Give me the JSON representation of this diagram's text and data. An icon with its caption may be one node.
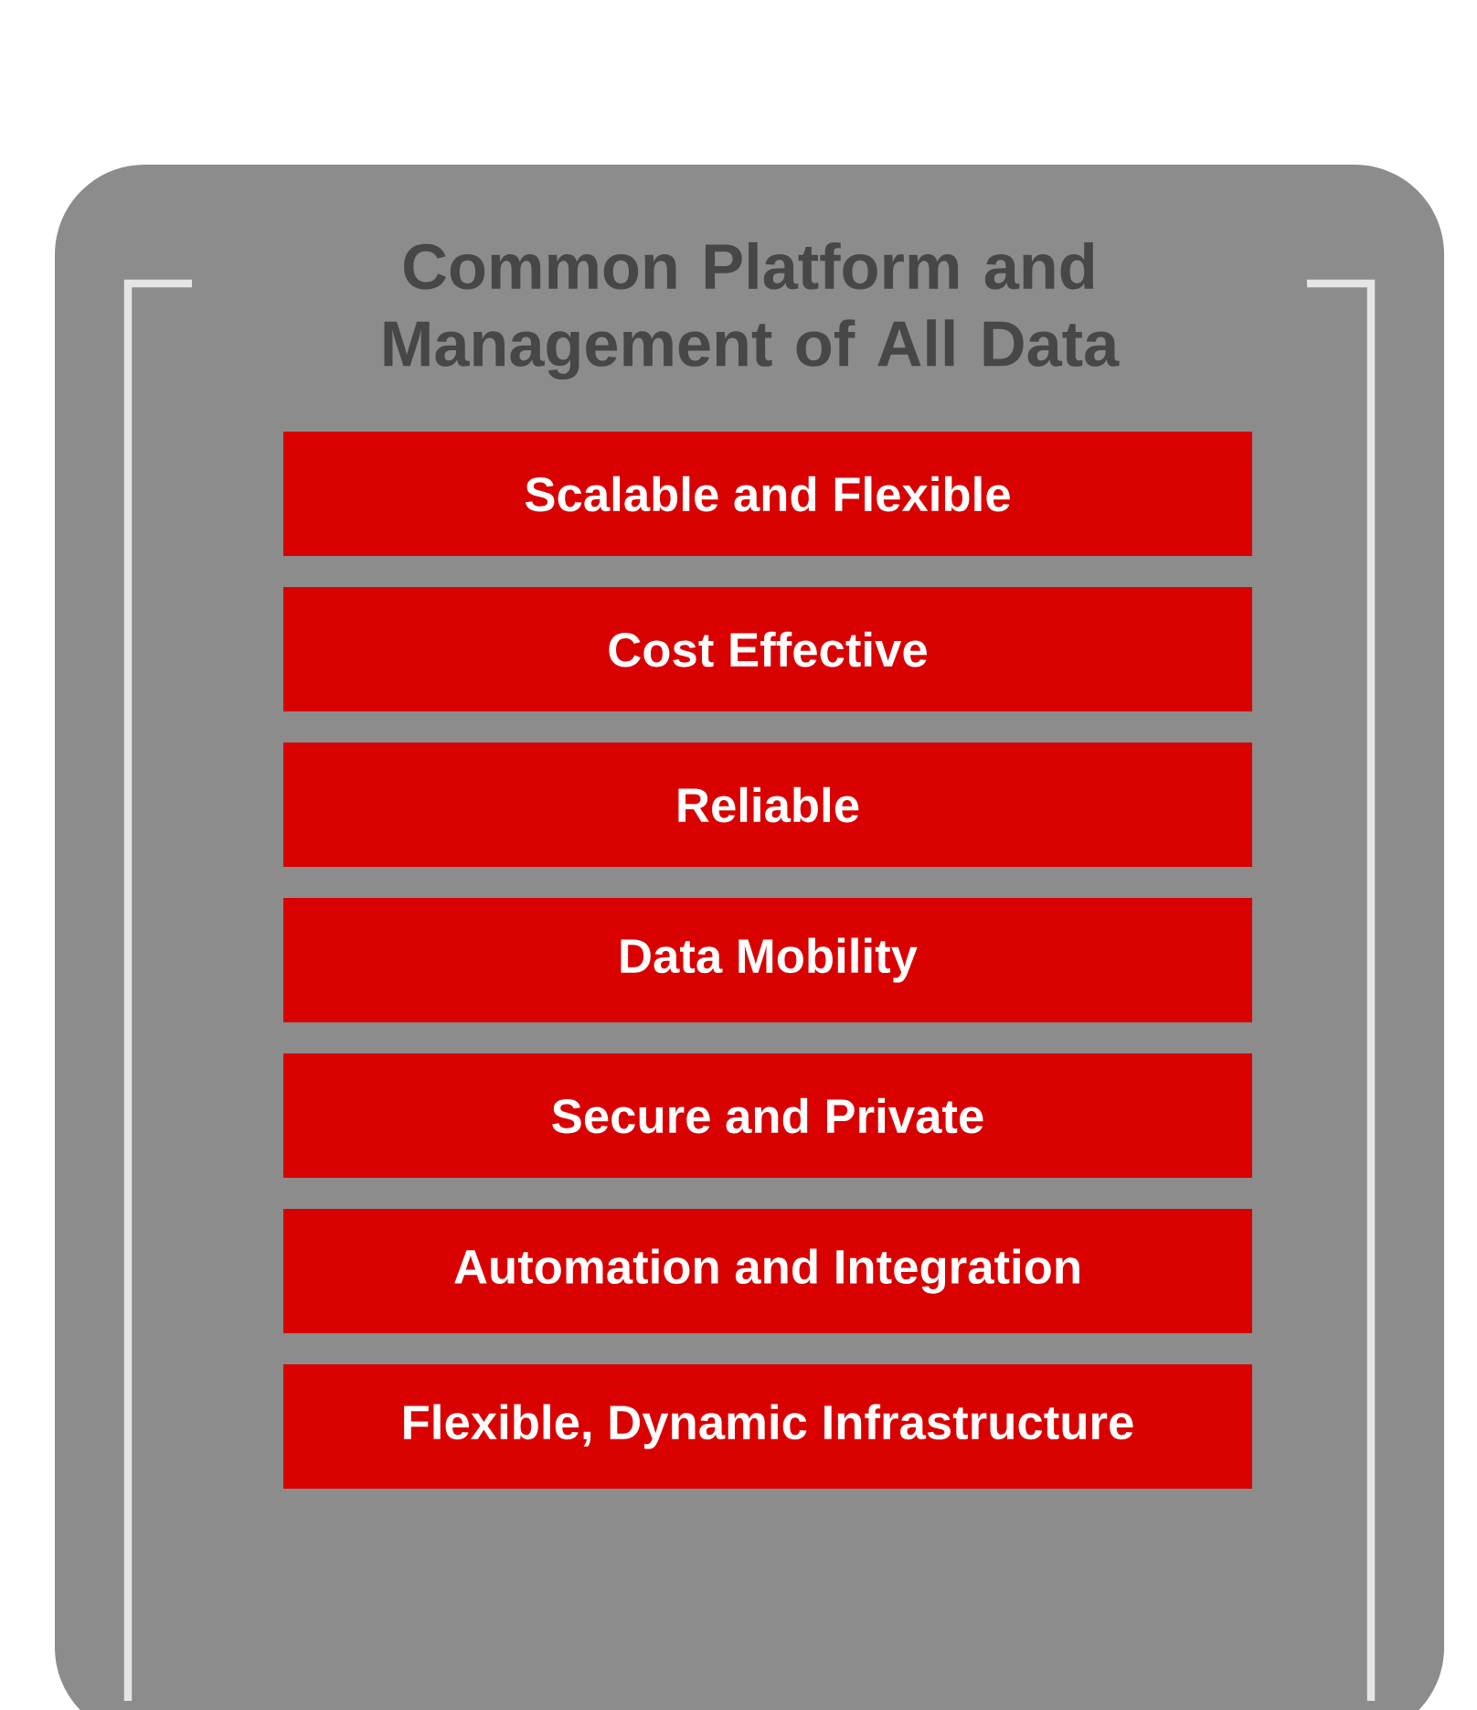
{
  "diagram": {
    "nodes": [
      {
        "text": [
          "Common Platform and Management of All Data"
        ]
      },
      {
        "text": [
          "Scalable and Flexible"
        ],
        "in": 0
      },
      {
        "text": [
          "Cost Effective"
        ],
        "in": 0
      },
      {
        "text": [
          "Reliable"
        ],
        "in": 0
      },
      {
        "text": [
          "Data Mobility"
        ],
        "in": 0
      },
      {
        "text": [
          "Secure and Private"
        ],
        "in": 0
      },
      {
        "text": [
          "Automation and  Integration"
        ],
        "in": 0
      },
      {
        "text": [
          "Flexible, Dynamic Infrastructure"
        ],
        "in": 0
      }
    ]
  }
}
